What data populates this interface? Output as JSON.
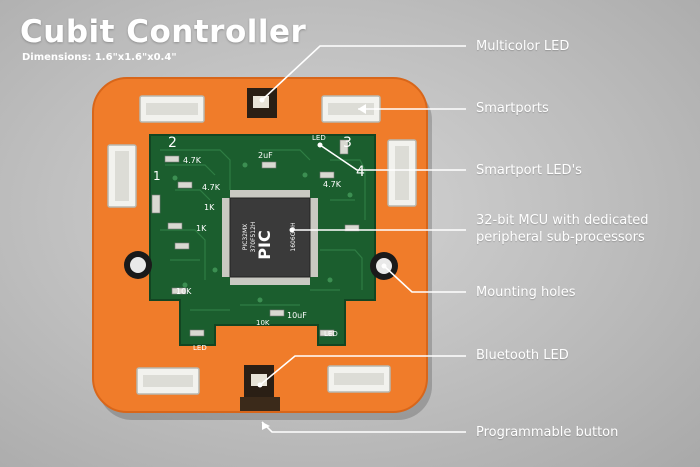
{
  "title": "Cubit Controller",
  "subtitle": "Dimensions: 1.6\"x1.6\"x0.4\"",
  "colors": {
    "board": "#f07c2a",
    "pcb": "#1b5e2e",
    "callout_line": "#ffffff",
    "text": "#ffffff"
  },
  "callouts": [
    {
      "label": "Multicolor LED"
    },
    {
      "label": "Smartports"
    },
    {
      "label": "Smartport LED's"
    },
    {
      "label": "32-bit MCU with dedicated",
      "label2": "peripheral sub-processors"
    },
    {
      "label": "Mounting holes"
    },
    {
      "label": "Bluetooth LED"
    },
    {
      "label": "Programmable button"
    }
  ],
  "pcb_text": {
    "port1": "1",
    "port2": "2",
    "port3": "3",
    "port4": "4",
    "r1": "4.7K",
    "r2": "4.7K",
    "r3": "4.7K",
    "cap1": "2uF",
    "cap2": "10uF",
    "r10k": "10K",
    "r10k2": "10K",
    "r1k": "1K",
    "r1k2": "1K",
    "led1": "LED",
    "led2": "LED",
    "led3": "LED",
    "chip_brand": "PIC",
    "chip_model": "PIC32MX",
    "chip_line2": "370F512H",
    "chip_line3": "1606GOH"
  }
}
